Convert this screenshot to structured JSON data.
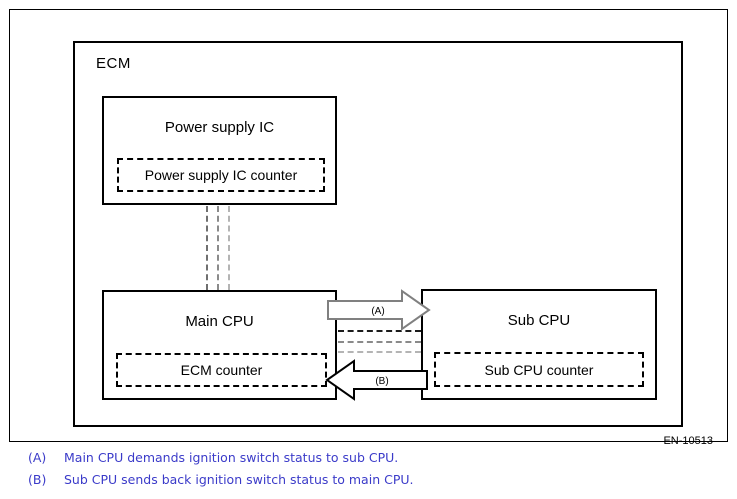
{
  "diagram": {
    "ecm_label": "ECM",
    "power_supply_ic": {
      "title": "Power supply IC",
      "counter": "Power supply IC counter"
    },
    "main_cpu": {
      "title": "Main CPU",
      "counter": "ECM counter"
    },
    "sub_cpu": {
      "title": "Sub CPU",
      "counter": "Sub CPU counter"
    },
    "arrow_a_label": "(A)",
    "arrow_b_label": "(B)",
    "figure_ref": "EN-10513"
  },
  "notes": [
    {
      "label": "(A)",
      "text": "Main CPU demands ignition switch status to sub CPU."
    },
    {
      "label": "(B)",
      "text": "Sub CPU sends back ignition switch status to main CPU."
    }
  ],
  "colors": {
    "note_text": "#3b3bc9",
    "arrow_a_outline": "#808080",
    "arrow_b_outline": "#000000",
    "box_border": "#000000"
  }
}
